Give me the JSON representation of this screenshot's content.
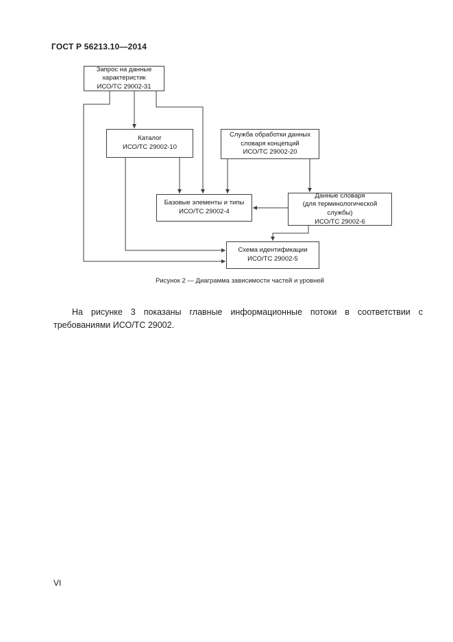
{
  "page": {
    "header": "ГОСТ Р 56213.10—2014",
    "footer_page_number": "VI"
  },
  "figure": {
    "caption": "Рисунок 2 — Диаграмма зависимости частей и уровней",
    "boxes": [
      {
        "id": "query",
        "lines": [
          "Запрос на данные",
          "характеристик",
          "ИСО/ТС 29002-31"
        ]
      },
      {
        "id": "catalog",
        "lines": [
          "Каталог",
          "ИСО/ТС 29002-10"
        ]
      },
      {
        "id": "service",
        "lines": [
          "Служба обработки данных",
          "словаря концепций",
          "ИСО/ТС 29002-20"
        ]
      },
      {
        "id": "basic",
        "lines": [
          "Базовые элементы и типы",
          "ИСО/ТС 29002-4"
        ]
      },
      {
        "id": "dictionary",
        "lines": [
          "Данные словаря",
          "(для терминологической службы)",
          "ИСО/ТС 29002-6"
        ]
      },
      {
        "id": "idscheme",
        "lines": [
          "Схема идентификации",
          "ИСО/ТС 29002-5"
        ]
      }
    ],
    "line_color": "#3d3d3d"
  },
  "paragraph": "На рисунке 3 показаны главные информационные потоки в соответствии с требованиями ИСО/ТС 29002."
}
